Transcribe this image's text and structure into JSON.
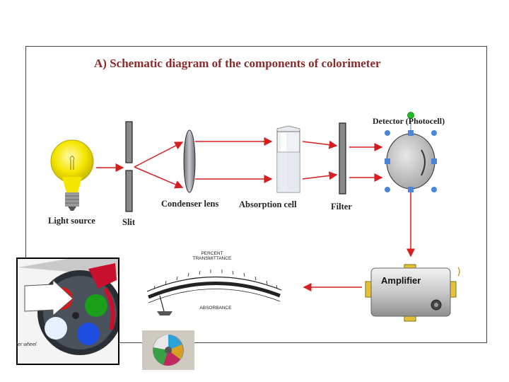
{
  "title": "A) Schematic diagram of  the components of  colorimeter",
  "components": {
    "light_source": "Light source",
    "slit": "Slit",
    "condenser_lens": "Condenser lens",
    "absorption_cell": "Absorption cell",
    "filter": "Filter",
    "detector": "Detector (Photocell)",
    "amplifier": "Amplifier"
  },
  "meter": {
    "top_label": "PERCENT\nTRANSMITTANCE",
    "bottom_label": "ABSORBANCE"
  },
  "inset_caption": "ter wheel",
  "colors": {
    "title": "#8b2a2a",
    "arrow": "#d42020",
    "bulb": "#f5e600",
    "selection_handle": "#4a86d4",
    "rotate_handle": "#22bb22"
  }
}
